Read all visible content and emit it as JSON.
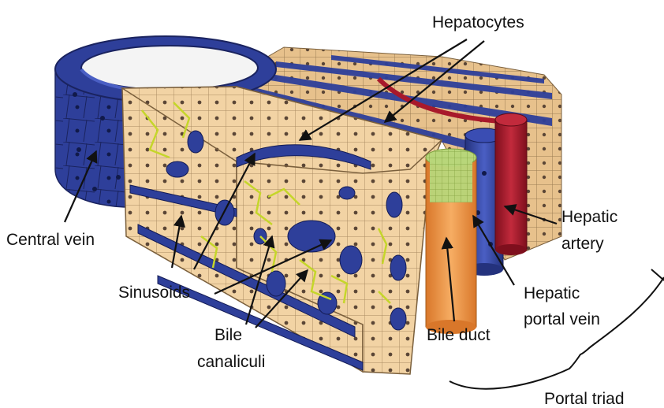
{
  "labels": {
    "hepatocytes": "Hepatocytes",
    "central_vein": "Central vein",
    "hepatic_artery": [
      "Hepatic",
      "artery"
    ],
    "sinusoids": "Sinusoids",
    "hepatic_portal_vein": [
      "Hepatic",
      "portal vein"
    ],
    "bile_canaliculi": [
      "Bile",
      "canaliculi"
    ],
    "bile_duct": "Bile duct",
    "portal_triad": "Portal triad"
  },
  "colors": {
    "hepatocyte": "#f2d3a4",
    "hepatocyte_edge": "#a98b62",
    "nucleus": "#5b4636",
    "vein": "#2e3f9a",
    "vein_light": "#4a5fc4",
    "artery": "#a8192b",
    "bile_duct": "#ef9a4a",
    "bile_duct_top": "#b8d67a",
    "canaliculi": "#c5d62a",
    "arrow": "#111111"
  }
}
